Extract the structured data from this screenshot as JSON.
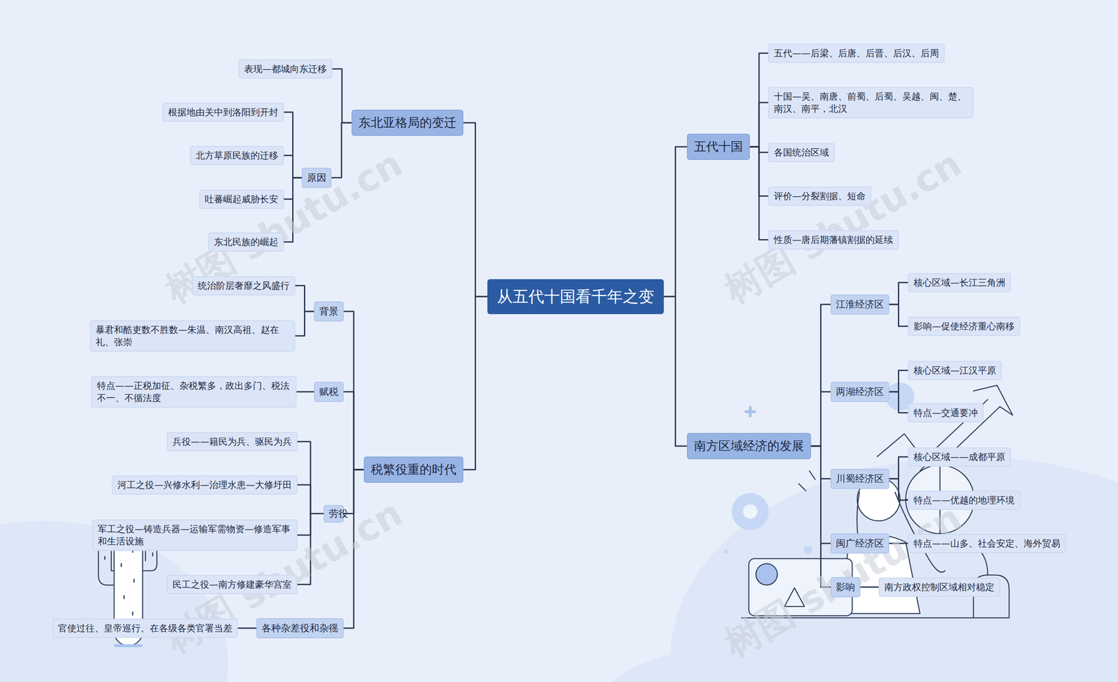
{
  "diagram": {
    "nodes": [
      {
        "text": [
          "从五代十国看千年之变"
        ]
      },
      {
        "text": [
          "五代十国"
        ]
      },
      {
        "text": [
          "五代——后梁、后唐、后晋、后汉、后周"
        ]
      },
      {
        "text": [
          "十国—吴、南唐、前蜀、后蜀、吴越、闽、楚、南汉、南平，北汉"
        ]
      },
      {
        "text": [
          "各国统治区域"
        ]
      },
      {
        "text": [
          "评价—分裂割据、短命"
        ]
      },
      {
        "text": [
          "性质—唐后期藩镇割据的延续"
        ]
      },
      {
        "text": [
          "南方区域经济的发展"
        ]
      },
      {
        "text": [
          "江淮经济区"
        ]
      },
      {
        "text": [
          "核心区域—长江三角洲"
        ]
      },
      {
        "text": [
          "影响—促使经济重心南移"
        ]
      },
      {
        "text": [
          "两湖经济区"
        ]
      },
      {
        "text": [
          "核心区域—江汉平原"
        ]
      },
      {
        "text": [
          "特点—交通要冲"
        ]
      },
      {
        "text": [
          "川蜀经济区"
        ]
      },
      {
        "text": [
          "核心区域——成都平原"
        ]
      },
      {
        "text": [
          "特点——优越的地理环境"
        ]
      },
      {
        "text": [
          "闽广经济区"
        ]
      },
      {
        "text": [
          "特点——山多、社会安定、海外贸易"
        ]
      },
      {
        "text": [
          "影响"
        ]
      },
      {
        "text": [
          "南方政权控制区域相对稳定"
        ]
      },
      {
        "text": [
          "税繁役重的时代"
        ]
      },
      {
        "text": [
          "背景"
        ]
      },
      {
        "text": [
          "统治阶层奢靡之风盛行"
        ]
      },
      {
        "text": [
          "暴君和酷吏数不胜数—朱温、南汉高祖、赵在礼、张崇"
        ]
      },
      {
        "text": [
          "赋税"
        ]
      },
      {
        "text": [
          "特点——正税加征、杂税繁多，政出多门、税法不一、不循法度"
        ]
      },
      {
        "text": [
          "劳役"
        ]
      },
      {
        "text": [
          "兵役——籍民为兵、驱民为兵"
        ]
      },
      {
        "text": [
          "河工之役—兴修水利—治理水患—大修圩田"
        ]
      },
      {
        "text": [
          "军工之役—铸造兵器—运输军需物资—修造军事和生活设施"
        ]
      },
      {
        "text": [
          "民工之役—南方修建豪华宫室"
        ]
      },
      {
        "text": [
          "各种杂差役和杂徭"
        ]
      },
      {
        "text": [
          "官使过往、皇帝巡行、在各级各类官署当差"
        ]
      },
      {
        "text": [
          "东北亚格局的变迁"
        ]
      },
      {
        "text": [
          "表现—都城向东迁移"
        ]
      },
      {
        "text": [
          "原因"
        ]
      },
      {
        "text": [
          "根据地由关中到洛阳到开封"
        ]
      },
      {
        "text": [
          "北方草原民族的迁移"
        ]
      },
      {
        "text": [
          "吐蕃崛起威胁长安"
        ]
      },
      {
        "text": [
          "东北民族的崛起"
        ]
      }
    ],
    "edges": [
      {
        "from": 0,
        "to": 1,
        "arrow": "none"
      },
      {
        "from": 0,
        "to": 7,
        "arrow": "none"
      },
      {
        "from": 0,
        "to": 21,
        "arrow": "none"
      },
      {
        "from": 0,
        "to": 34,
        "arrow": "none"
      },
      {
        "from": 1,
        "to": 2,
        "arrow": "none"
      },
      {
        "from": 1,
        "to": 3,
        "arrow": "none"
      },
      {
        "from": 1,
        "to": 4,
        "arrow": "none"
      },
      {
        "from": 1,
        "to": 5,
        "arrow": "none"
      },
      {
        "from": 1,
        "to": 6,
        "arrow": "none"
      },
      {
        "from": 7,
        "to": 8,
        "arrow": "none"
      },
      {
        "from": 7,
        "to": 11,
        "arrow": "none"
      },
      {
        "from": 7,
        "to": 14,
        "arrow": "none"
      },
      {
        "from": 7,
        "to": 17,
        "arrow": "none"
      },
      {
        "from": 7,
        "to": 19,
        "arrow": "none"
      },
      {
        "from": 8,
        "to": 9,
        "arrow": "none"
      },
      {
        "from": 8,
        "to": 10,
        "arrow": "none"
      },
      {
        "from": 11,
        "to": 12,
        "arrow": "none"
      },
      {
        "from": 11,
        "to": 13,
        "arrow": "none"
      },
      {
        "from": 14,
        "to": 15,
        "arrow": "none"
      },
      {
        "from": 14,
        "to": 16,
        "arrow": "none"
      },
      {
        "from": 17,
        "to": 18,
        "arrow": "none"
      },
      {
        "from": 19,
        "to": 20,
        "arrow": "none"
      },
      {
        "from": 21,
        "to": 22,
        "arrow": "none"
      },
      {
        "from": 21,
        "to": 25,
        "arrow": "none"
      },
      {
        "from": 21,
        "to": 27,
        "arrow": "none"
      },
      {
        "from": 21,
        "to": 32,
        "arrow": "none"
      },
      {
        "from": 22,
        "to": 23,
        "arrow": "none"
      },
      {
        "from": 22,
        "to": 24,
        "arrow": "none"
      },
      {
        "from": 25,
        "to": 26,
        "arrow": "none"
      },
      {
        "from": 27,
        "to": 28,
        "arrow": "none"
      },
      {
        "from": 27,
        "to": 29,
        "arrow": "none"
      },
      {
        "from": 27,
        "to": 30,
        "arrow": "none"
      },
      {
        "from": 27,
        "to": 31,
        "arrow": "none"
      },
      {
        "from": 32,
        "to": 33,
        "arrow": "none"
      },
      {
        "from": 34,
        "to": 35,
        "arrow": "none"
      },
      {
        "from": 34,
        "to": 36,
        "arrow": "none"
      },
      {
        "from": 36,
        "to": 37,
        "arrow": "none"
      },
      {
        "from": 36,
        "to": 38,
        "arrow": "none"
      },
      {
        "from": 36,
        "to": 39,
        "arrow": "none"
      },
      {
        "from": 36,
        "to": 40,
        "arrow": "none"
      }
    ],
    "labels": [
      "树图 shutu.cn",
      "树图 shutu.cn",
      "树图 shutu.cn",
      "树图 shutu.cn"
    ]
  }
}
